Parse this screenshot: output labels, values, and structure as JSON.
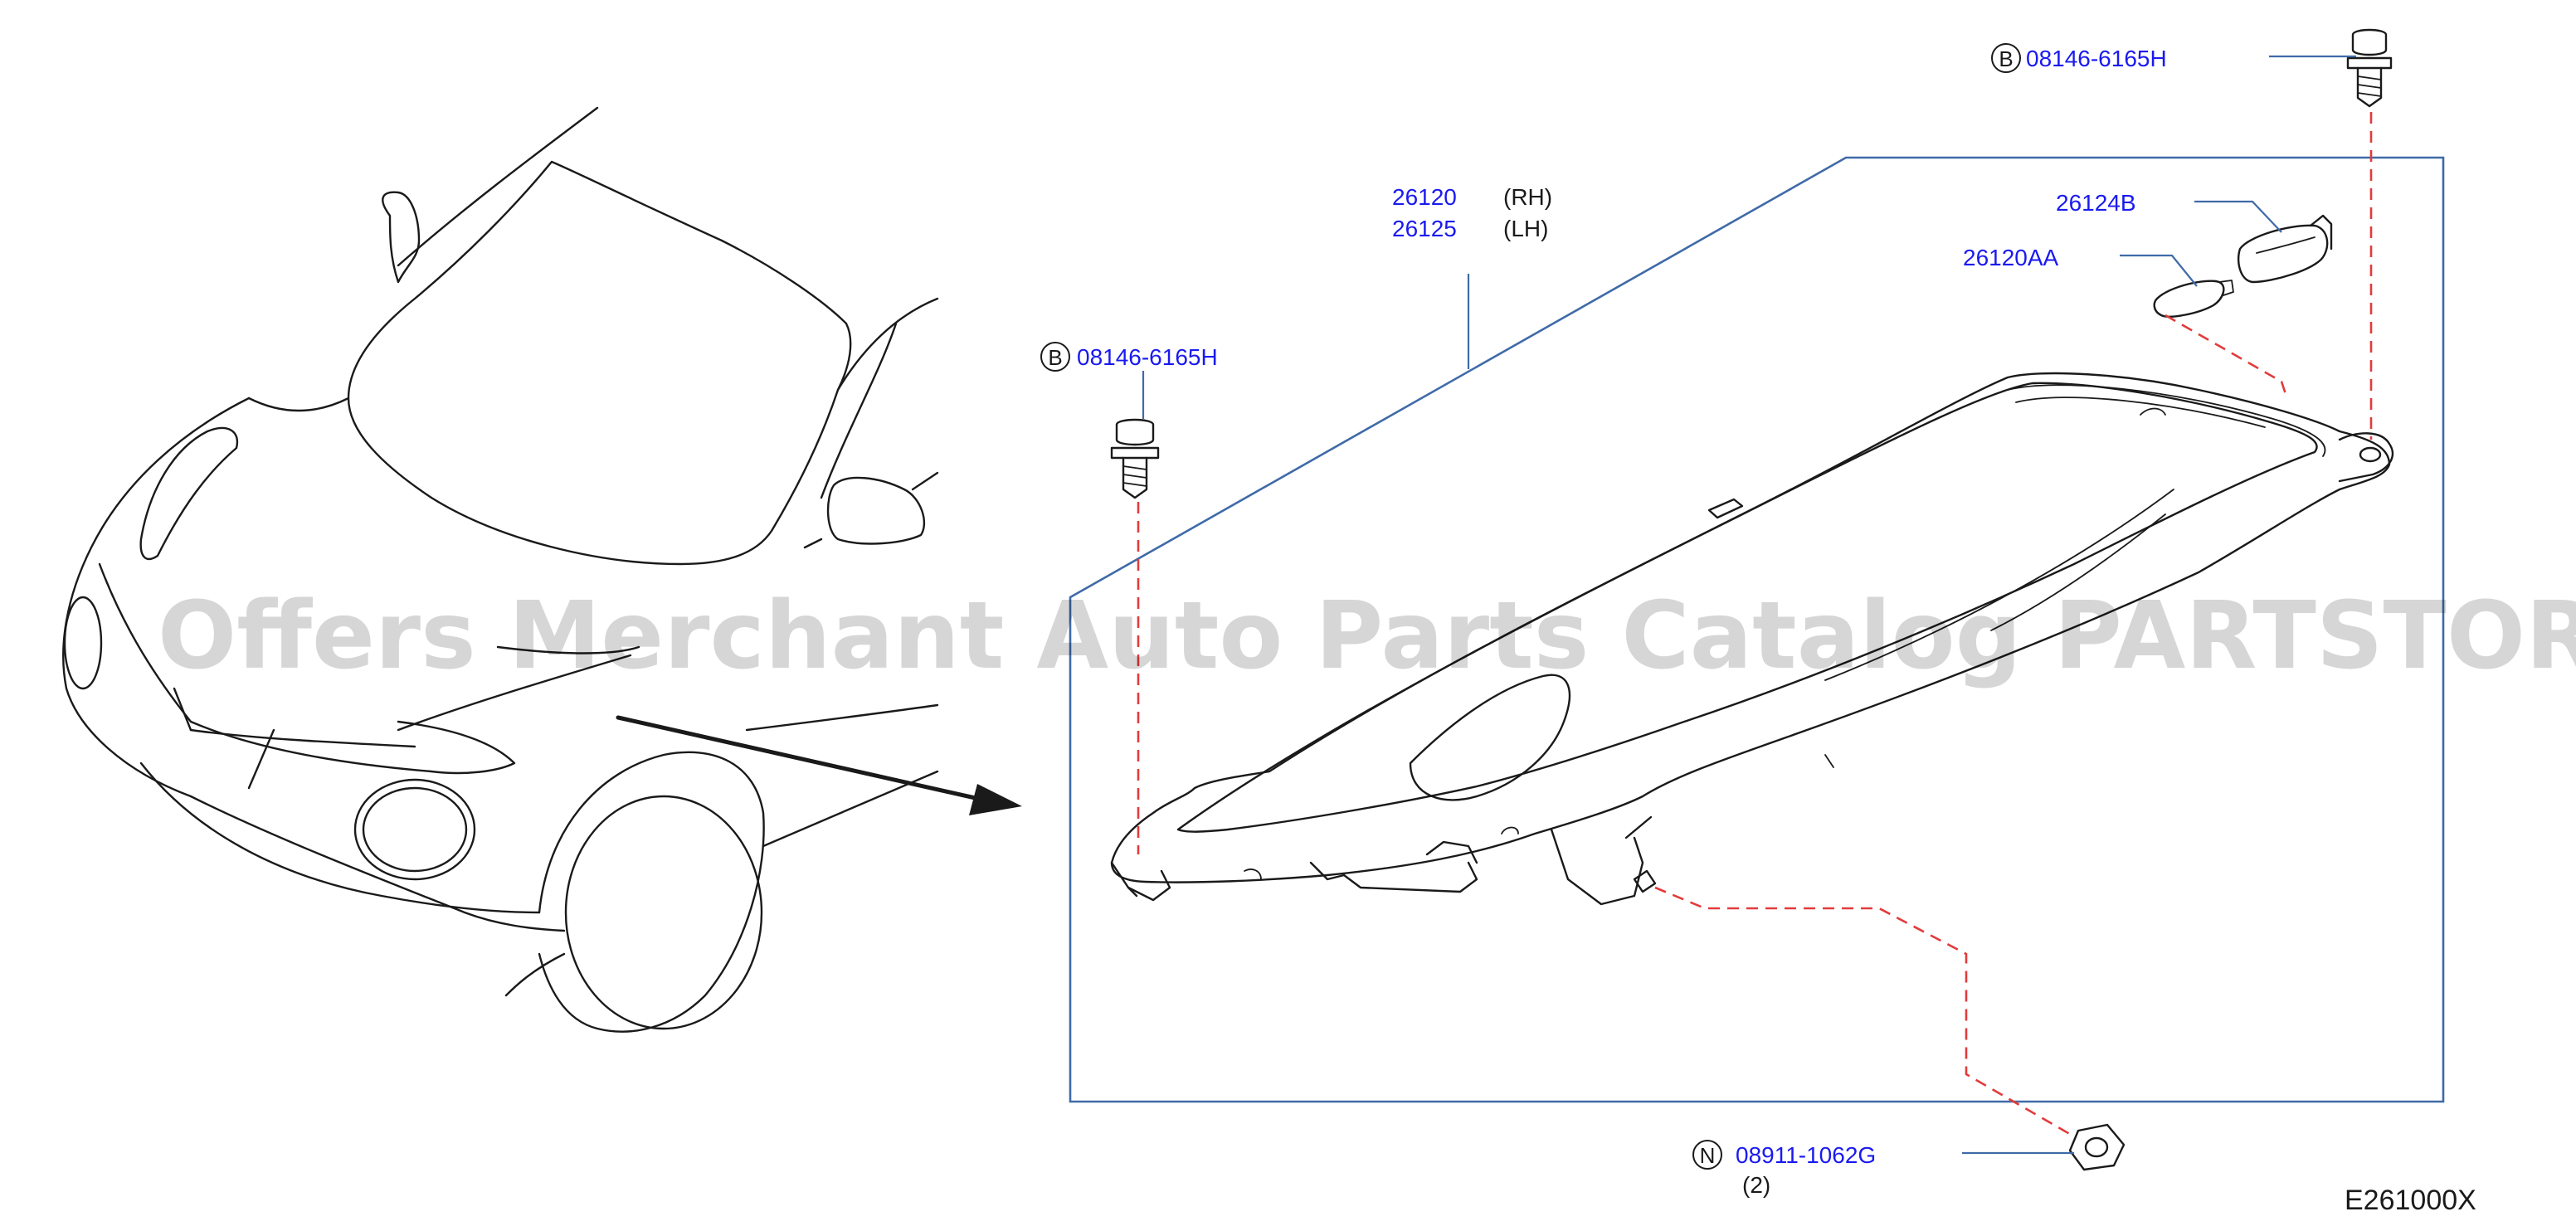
{
  "callouts": {
    "bolt_top": {
      "letter": "B",
      "part_no": "08146-6165H"
    },
    "bolt_left": {
      "letter": "B",
      "part_no": "08146-6165H"
    },
    "nut_bottom": {
      "letter": "N",
      "part_no": "08911-1062G",
      "qty": "(2)"
    },
    "headlamp_rh": {
      "part_no": "26120",
      "side": "(RH)"
    },
    "headlamp_lh": {
      "part_no": "26125",
      "side": "(LH)"
    },
    "socket": {
      "part_no": "26124B"
    },
    "bulb": {
      "part_no": "26120AA"
    }
  },
  "diagram_code": "E261000X",
  "watermark": "Offers Merchant Auto Parts Catalog PARTSTORE.SA",
  "colors": {
    "part_number_text": "#1a1af0",
    "frame_and_leaders": "#3f6aa8",
    "hidden_line": "#e23b3b",
    "drawing": "#1a1a1a"
  }
}
